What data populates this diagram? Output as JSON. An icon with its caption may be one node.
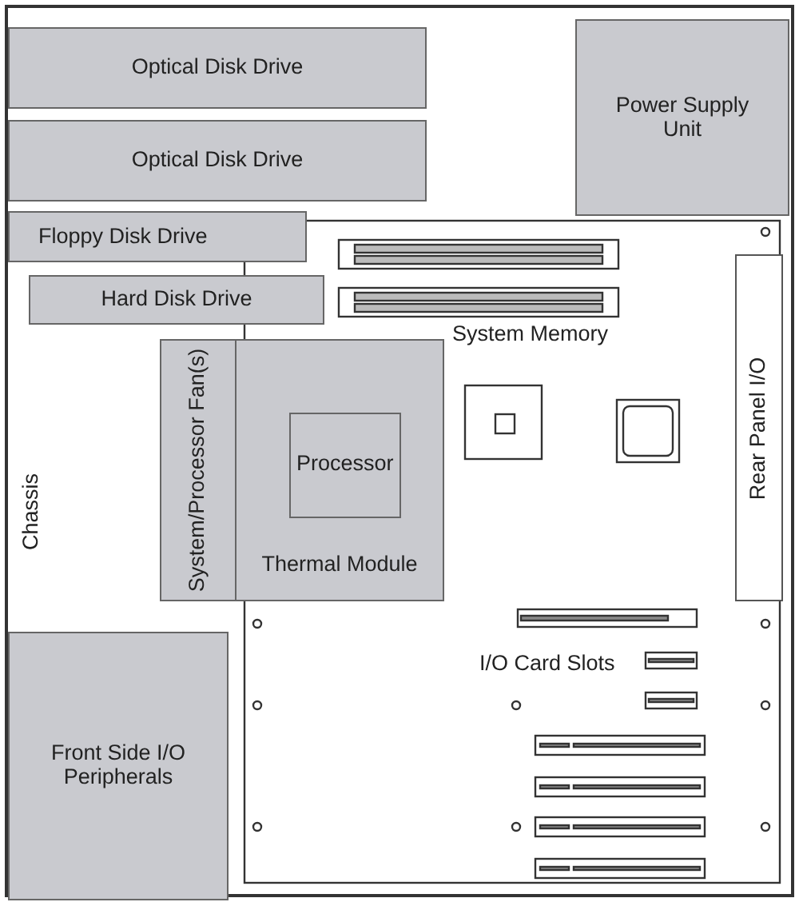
{
  "diagram": {
    "nodes": [
      {
        "text": [
          "Chassis"
        ]
      },
      {
        "text": [
          "Optical Disk Drive"
        ],
        "in": 0
      },
      {
        "text": [
          "Optical Disk Drive"
        ],
        "in": 0
      },
      {
        "text": [
          "Power Supply Unit"
        ],
        "in": 0
      },
      {
        "text": [
          "Floppy Disk Drive"
        ],
        "in": 0
      },
      {
        "text": [
          "Hard Disk Drive"
        ],
        "in": 0
      },
      {
        "text": [
          "System/Processor Fan(s)"
        ],
        "in": 0
      },
      {
        "text": [
          "Thermal Module"
        ],
        "in": 0
      },
      {
        "text": [
          "Processor"
        ],
        "in": 7
      },
      {
        "text": [
          "Rear Panel I/O"
        ],
        "in": 0
      },
      {
        "text": [
          "Front Side I/O Peripherals"
        ],
        "in": 0
      }
    ],
    "labels": [
      "System Memory",
      "I/O Card Slots"
    ]
  }
}
